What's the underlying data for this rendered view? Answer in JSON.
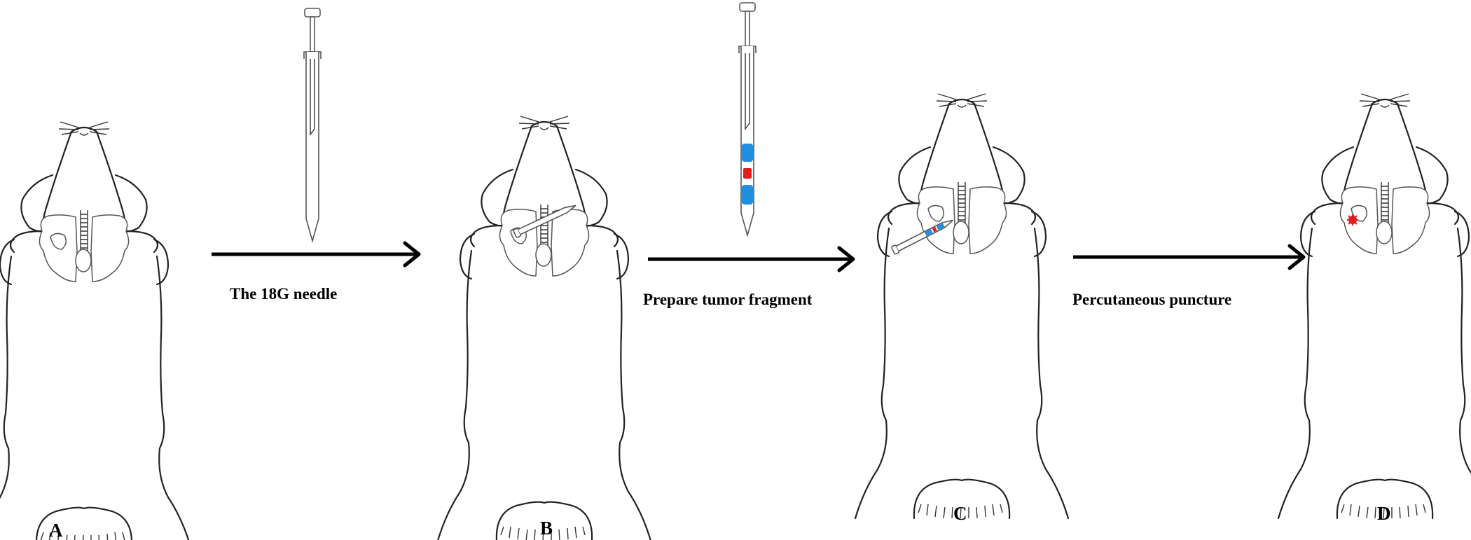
{
  "figure": {
    "panels": [
      {
        "letter": "A"
      },
      {
        "letter": "B"
      },
      {
        "letter": "C"
      },
      {
        "letter": "D"
      }
    ],
    "steps": [
      {
        "label": "The 18G needle"
      },
      {
        "label": "Prepare tumor fragment"
      },
      {
        "label": "Percutaneous puncture"
      }
    ]
  },
  "colors": {
    "tumor_fragment": "#e11d1d",
    "gelatin_sponge": "#1f8fe0",
    "outline": "#222222",
    "arrow": "#000000"
  }
}
